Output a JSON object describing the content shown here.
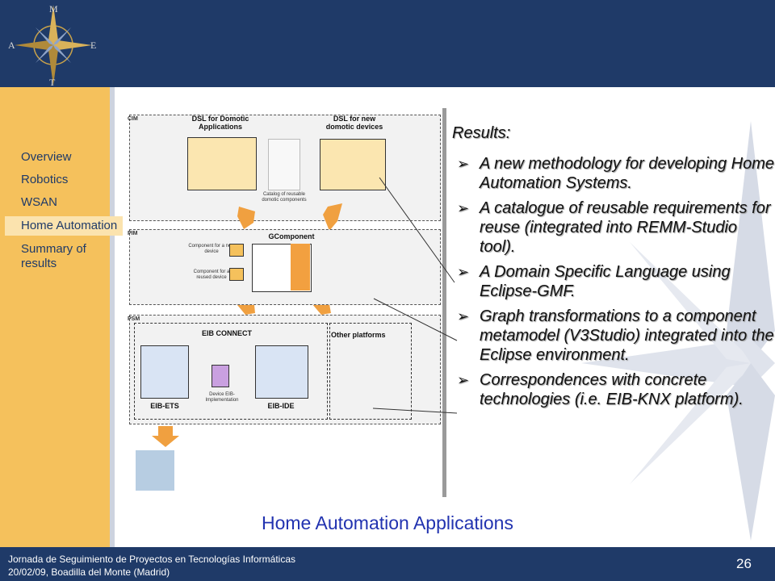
{
  "header": {
    "compass_letters": [
      "M",
      "A",
      "E",
      "T"
    ]
  },
  "nav": {
    "items": [
      {
        "label": "Overview"
      },
      {
        "label": "Robotics"
      },
      {
        "label": "WSAN"
      },
      {
        "label": "Home Automation"
      },
      {
        "label": "Summary of results"
      }
    ]
  },
  "diagram": {
    "cim_tag": "CIM",
    "pim_tag": "PIM",
    "psm_tag": "PSM",
    "dsl_apps": "DSL for Domotic Applications",
    "dsl_devices": "DSL for new domotic devices",
    "catalog": "Catalog of reusable domotic components",
    "gcomponent": "GComponent",
    "comp_new": "Component for a new device",
    "comp_reused": "Component for a reused device",
    "eib_connect": "EIB CONNECT",
    "other_platforms": "Other platforms",
    "eib_ets": "EIB-ETS",
    "eib_ide": "EIB-IDE",
    "device_impl": "Device EIB-Implementation"
  },
  "results": {
    "title": "Results:",
    "bullets": [
      "A new methodology for developing Home Automation Systems.",
      "A catalogue of reusable requirements for reuse (integrated into REMM-Studio tool).",
      "A Domain Specific Language using Eclipse-GMF.",
      "Graph transformations to a component metamodel (V3Studio) integrated into the Eclipse environment.",
      "Correspondences with concrete technologies (i.e. EIB-KNX platform)."
    ]
  },
  "slide": {
    "title": "Home Automation Applications",
    "page_number": "26"
  },
  "footer": {
    "line1": "Jornada de Seguimiento de Proyectos en Tecnologías Informáticas",
    "line2": "20/02/09, Boadilla del Monte (Madrid)"
  },
  "colors": {
    "header": "#1f3a68",
    "sidebar": "#f5c15c",
    "title": "#2233b0",
    "arrow": "#f0a040"
  }
}
